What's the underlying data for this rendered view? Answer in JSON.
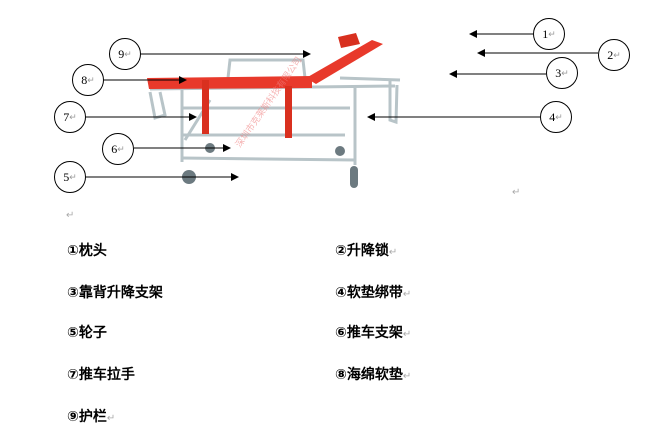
{
  "figure": {
    "callouts": [
      "1",
      "2",
      "3",
      "4",
      "5",
      "6",
      "7",
      "8",
      "9"
    ],
    "watermark": "深圳市克莱斯科技有限公司"
  },
  "legend": [
    {
      "num": "①",
      "label": "枕头"
    },
    {
      "num": "②",
      "label": "升降锁"
    },
    {
      "num": "③",
      "label": "靠背升降支架"
    },
    {
      "num": "④",
      "label": "软垫绑带"
    },
    {
      "num": "⑤",
      "label": "轮子"
    },
    {
      "num": "⑥",
      "label": "推车支架"
    },
    {
      "num": "⑦",
      "label": "推车拉手"
    },
    {
      "num": "⑧",
      "label": "海绵软垫"
    },
    {
      "num": "⑨",
      "label": "护栏"
    }
  ],
  "paragraph_mark": "↵",
  "colors": {
    "mattress": "#e8392b",
    "frame": "#b8c4c8"
  }
}
